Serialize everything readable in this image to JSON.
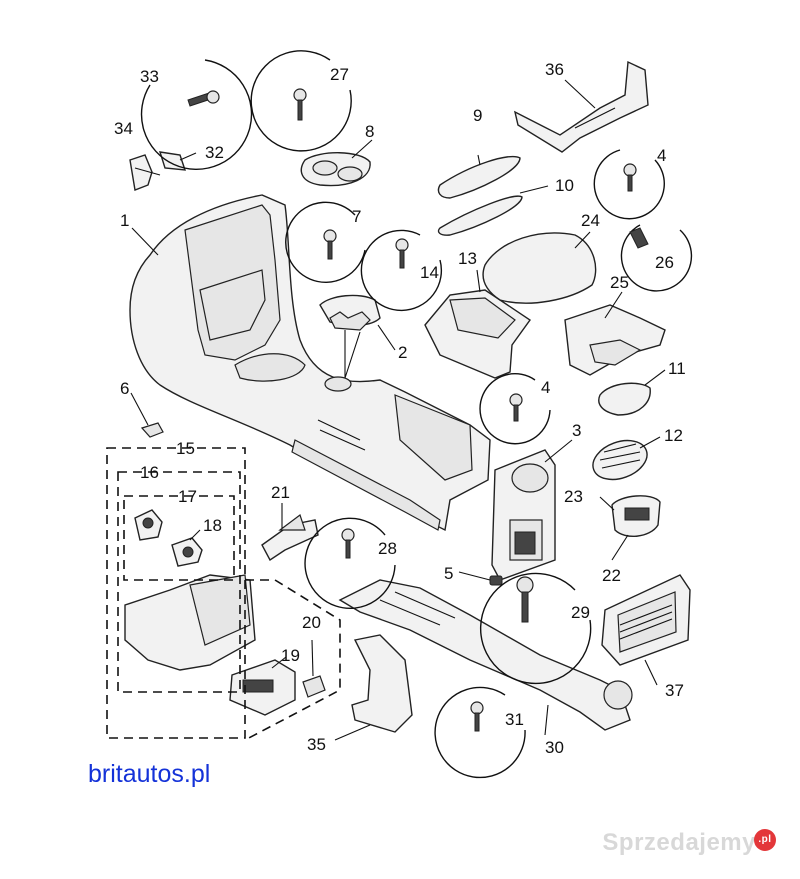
{
  "callouts": {
    "c1": "1",
    "c2": "2",
    "c3": "3",
    "c4a": "4",
    "c4b": "4",
    "c5": "5",
    "c6": "6",
    "c7": "7",
    "c8": "8",
    "c9": "9",
    "c10": "10",
    "c11": "11",
    "c12": "12",
    "c13": "13",
    "c14": "14",
    "c15": "15",
    "c16": "16",
    "c17": "17",
    "c18": "18",
    "c19": "19",
    "c20": "20",
    "c21": "21",
    "c22": "22",
    "c23": "23",
    "c24": "24",
    "c25": "25",
    "c26": "26",
    "c27": "27",
    "c28": "28",
    "c29": "29",
    "c30": "30",
    "c31": "31",
    "c32": "32",
    "c33": "33",
    "c34": "34",
    "c35": "35",
    "c36": "36",
    "c37": "37"
  },
  "footer": {
    "site_link": "britautos.pl",
    "watermark": "Sprzedajemy",
    "watermark_badge": ".pl"
  },
  "colors": {
    "link": "#1432d8",
    "watermark": "#d8d8d8",
    "badge": "#e3373a"
  }
}
